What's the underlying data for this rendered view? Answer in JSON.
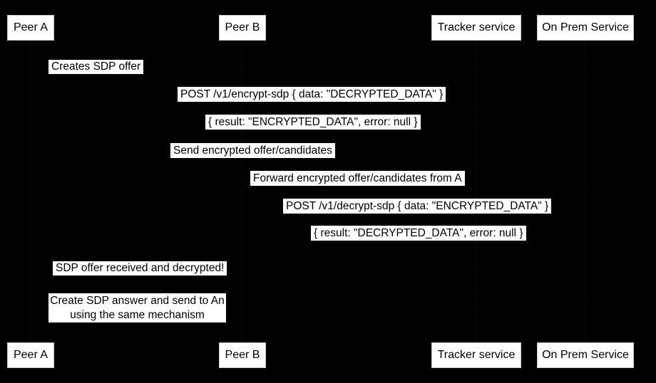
{
  "diagram_type": "sequence-diagram",
  "colors": {
    "background": "#000000",
    "label_background": "#ffffff",
    "label_text": "#000000",
    "actor_fill": "#ffffff",
    "actor_text": "#000000"
  },
  "actors": [
    {
      "id": "peer-a",
      "label": "Peer A"
    },
    {
      "id": "peer-b",
      "label": "Peer B"
    },
    {
      "id": "tracker",
      "label": "Tracker service"
    },
    {
      "id": "onprem",
      "label": "On Prem Service"
    }
  ],
  "messages": [
    {
      "from": "peer-a",
      "to": "peer-a",
      "text": "Creates SDP offer"
    },
    {
      "from": "peer-a",
      "to": "onprem",
      "text": "POST /v1/encrypt-sdp { data: \"DECRYPTED_DATA\" }"
    },
    {
      "from": "onprem",
      "to": "peer-a",
      "text": "{ result: \"ENCRYPTED_DATA\", error: null }"
    },
    {
      "from": "peer-a",
      "to": "tracker",
      "text": "Send encrypted offer/candidates"
    },
    {
      "from": "tracker",
      "to": "peer-b",
      "text": "Forward encrypted offer/candidates from A"
    },
    {
      "from": "peer-b",
      "to": "onprem",
      "text": "POST /v1/decrypt-sdp { data: \"ENCRYPTED_DATA\" }"
    },
    {
      "from": "onprem",
      "to": "peer-b",
      "text": "{ result: \"DECRYPTED_DATA\", error: null }"
    },
    {
      "from": "peer-b",
      "to": "peer-a",
      "text": "SDP offer received and decrypted!"
    }
  ],
  "note": {
    "over": "peer-a,peer-b",
    "line1": "Create SDP answer and send to An",
    "line2": "using the same mechanism"
  }
}
